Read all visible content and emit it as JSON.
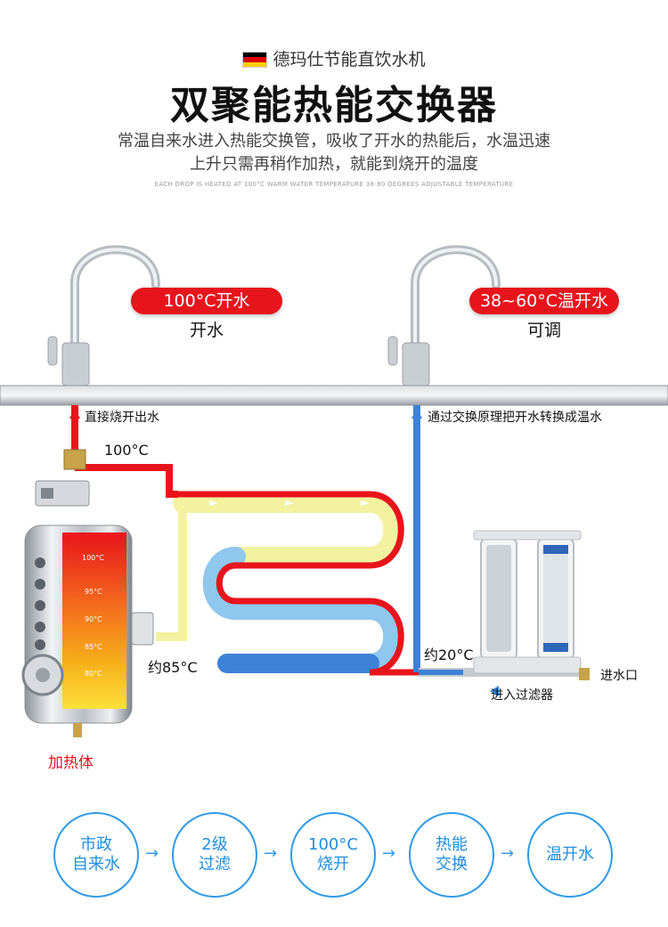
{
  "header": {
    "brand": "德玛仕节能直饮水机",
    "title": "双聚能热能交换器",
    "desc_line1": "常温自来水进入热能交换管，吸收了开水的热能后，水温迅速",
    "desc_line2": "上升只需再稍作加热，就能到烧开的温度",
    "desc_en": "EACH DROP IS HEATED AT 100°C WARM WATER TEMPERATURE 38-80 DEGREES ADJUSTABLE TEMPERATURE"
  },
  "faucets": {
    "left": {
      "badge": "100°C开水",
      "sub": "开水"
    },
    "right": {
      "badge": "38~60°C温开水",
      "sub": "可调"
    }
  },
  "labels": {
    "direct_boil": "直接烧开出水",
    "exchange_note": "通过交换原理把开水转换成温水",
    "hot_temp": "100°C",
    "mid_temp": "约85°C",
    "cold_temp": "约20°C",
    "inlet": "进水口",
    "into_filter": "进入过滤器",
    "heater": "加热体"
  },
  "heater_scale": [
    "100°C",
    "95°C",
    "90°C",
    "85°C",
    "80°C"
  ],
  "steps": [
    {
      "line1": "市政",
      "line2": "自来水"
    },
    {
      "line1": "2级",
      "line2": "过滤"
    },
    {
      "line1": "100°C",
      "line2": "烧开"
    },
    {
      "line1": "热能",
      "line2": "交换"
    },
    {
      "line1": "温开水",
      "line2": ""
    }
  ],
  "colors": {
    "hot": "#e8141c",
    "warm": "#f2f2a0",
    "cold": "#3d82d8",
    "accent_blue": "#2f9be6"
  }
}
